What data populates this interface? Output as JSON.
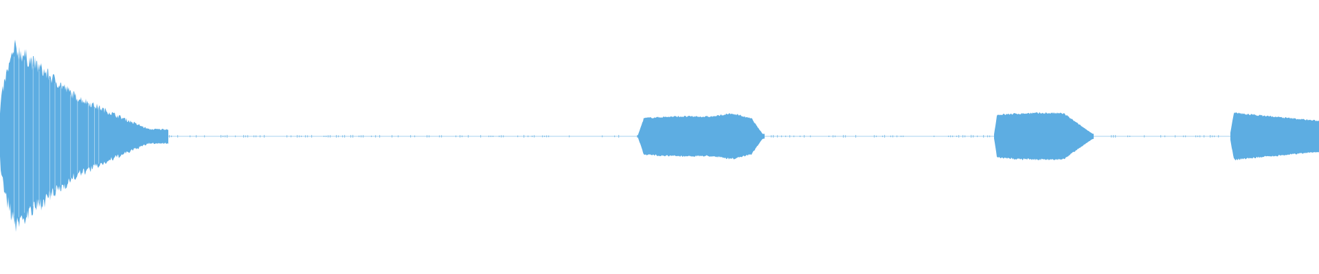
{
  "waveform": {
    "color": "#5dade2",
    "background": "#ffffff",
    "duration_units": 1920,
    "sound_segments": [
      {
        "start": 0,
        "end": 245,
        "peak_amplitude": 1.0,
        "shape": "sharp-attack-decay"
      },
      {
        "start": 928,
        "end": 1113,
        "peak_amplitude": 0.28,
        "shape": "double-swell"
      },
      {
        "start": 1447,
        "end": 1592,
        "peak_amplitude": 0.27,
        "shape": "plateau-fade"
      },
      {
        "start": 1791,
        "end": 1920,
        "peak_amplitude": 0.27,
        "shape": "plateau-fade-cut"
      }
    ],
    "silence_amplitude": 0.006
  }
}
